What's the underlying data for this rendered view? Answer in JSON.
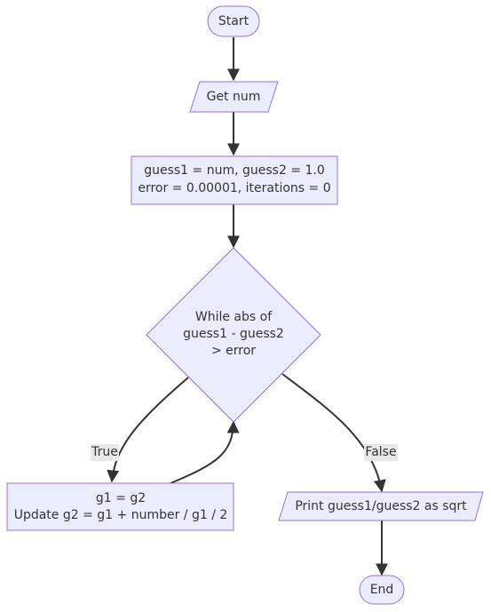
{
  "nodes": {
    "start": {
      "text": "Start"
    },
    "get_num": {
      "text": "Get num"
    },
    "init": {
      "lines": [
        "guess1 = num, guess2 = 1.0",
        "error = 0.00001, iterations = 0"
      ]
    },
    "loop": {
      "lines": [
        "While abs of",
        "guess1 - guess2",
        "> error"
      ]
    },
    "update": {
      "lines": [
        "g1 = g2",
        "Update g2 = g1 + number / g1 / 2"
      ]
    },
    "print": {
      "text": "Print guess1/guess2 as sqrt"
    },
    "end": {
      "text": "End"
    }
  },
  "edges": {
    "true_label": "True",
    "false_label": "False"
  },
  "colors": {
    "node_fill": "#ececff",
    "node_stroke": "#9370db",
    "edge": "#333333",
    "edge_label_bg": "#e8e8e8"
  }
}
